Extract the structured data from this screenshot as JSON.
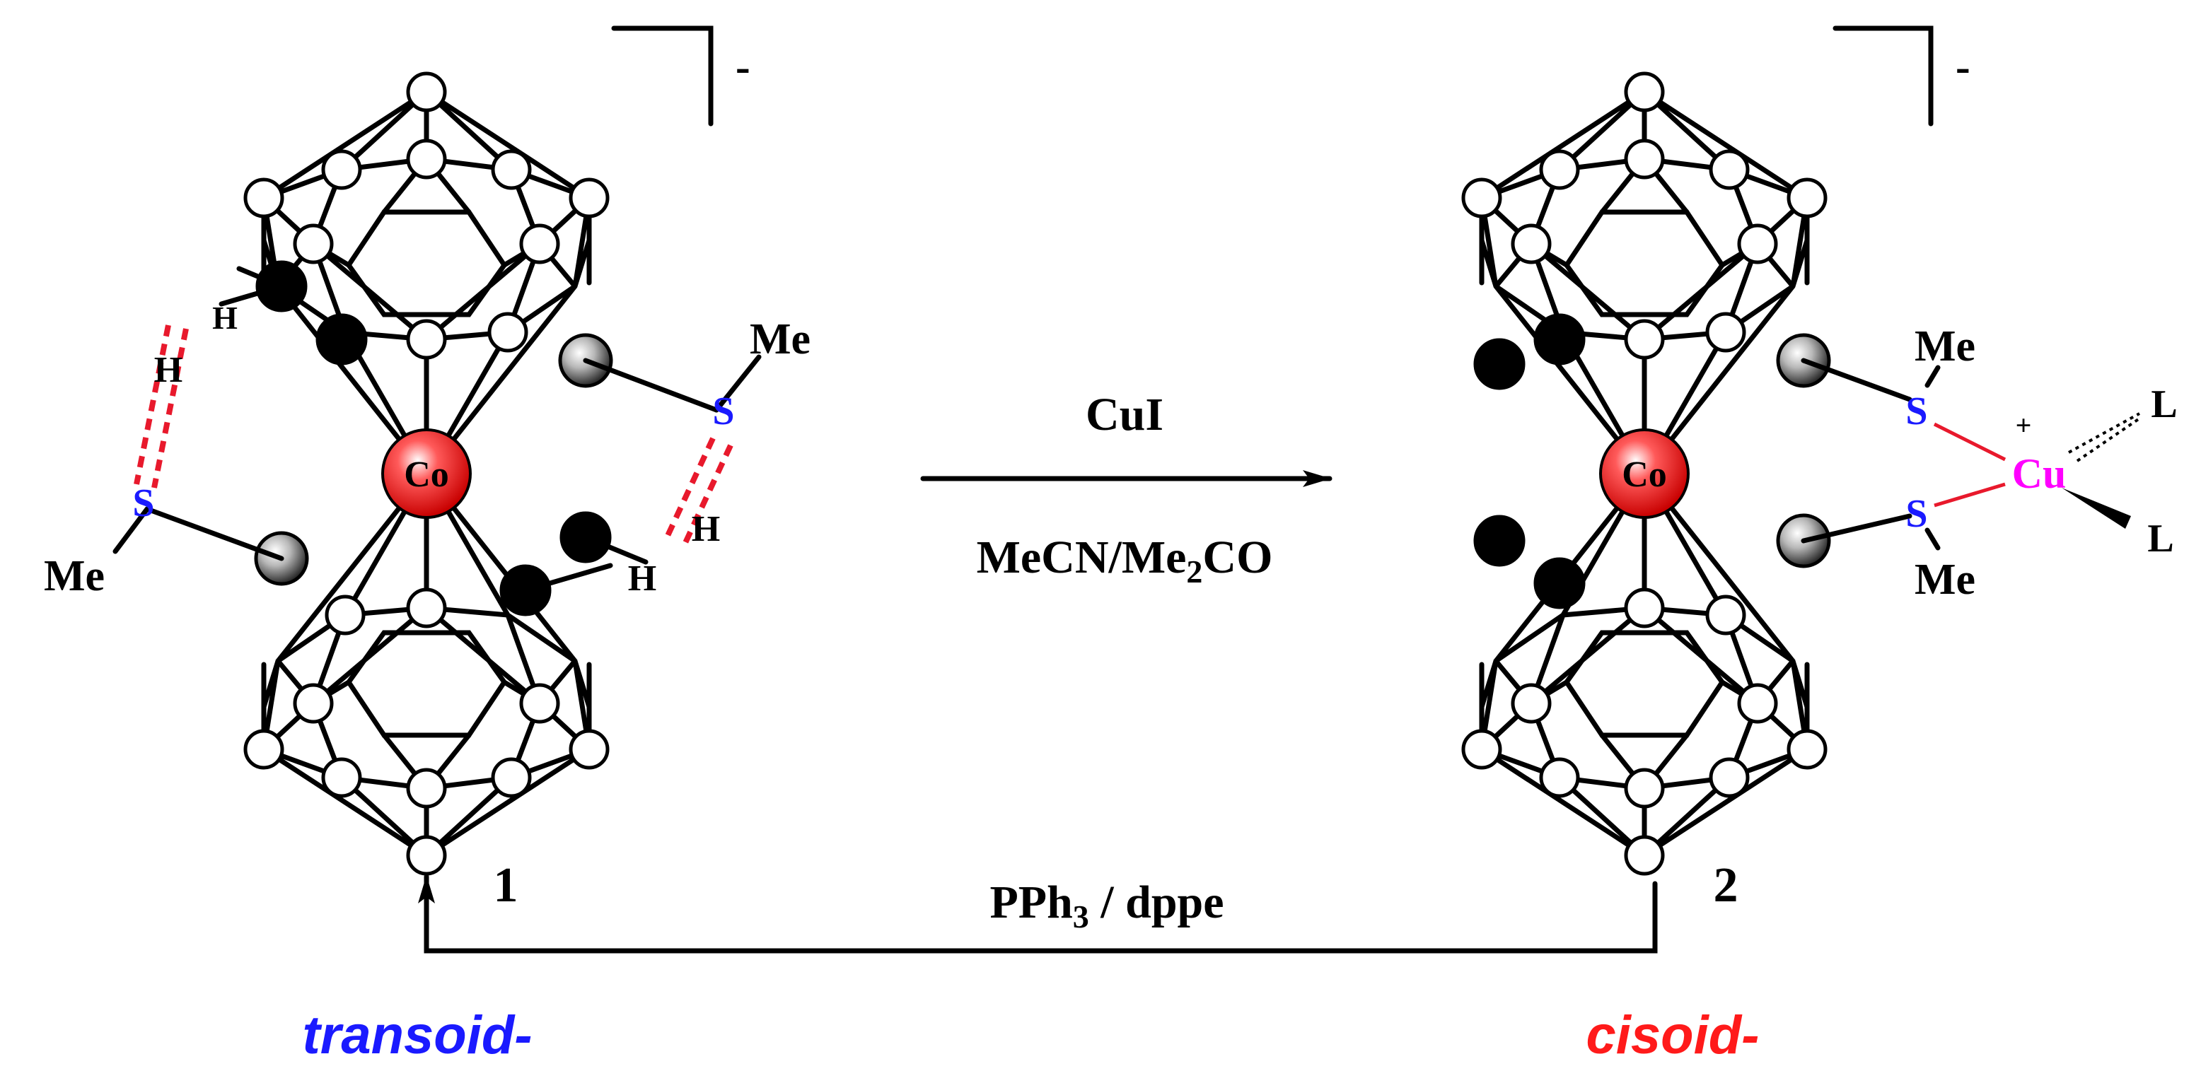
{
  "charge": "-",
  "reagent_forward": "CuI",
  "solvent": {
    "main": "MeCN/Me",
    "sub": "2",
    "tail": "CO"
  },
  "reagent_back": {
    "main": "PPh",
    "sub": "3",
    "tail": " / dppe"
  },
  "compound_1": {
    "number": "1",
    "isomer": "transoid-",
    "metal": "Co",
    "substituent_S": "S",
    "methyl": "Me",
    "hydrogen": "H"
  },
  "compound_2": {
    "number": "2",
    "isomer": "cisoid-",
    "metal": "Co",
    "substituent_S": "S",
    "methyl": "Me",
    "copper": "Cu",
    "copper_charge": "+",
    "ligand": "L"
  },
  "colors": {
    "transoid_label": "#1a1aff",
    "cisoid_label": "#ff1a1a",
    "sulfur": "#1a1aff",
    "copper": "#ff00ff",
    "cobalt": "#e8192c",
    "hydrogen_bond": "#e8192c"
  }
}
